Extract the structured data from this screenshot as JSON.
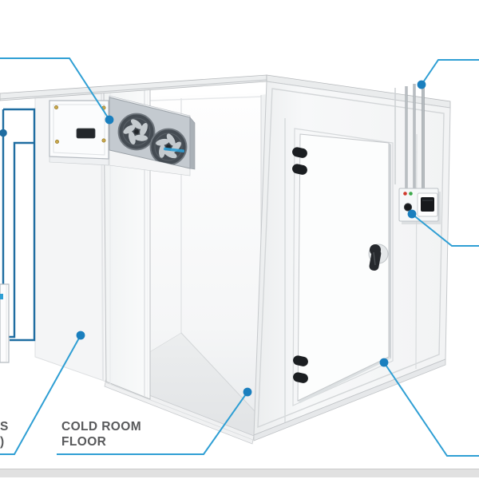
{
  "labels": {
    "floor_line1": "COLD ROOM",
    "floor_line2": "FLOOR",
    "walls_fragment_line1": "S",
    "walls_fragment_line2": ")"
  },
  "colors": {
    "leader_line": "#2F9FD4",
    "leader_dot": "#1A7FBE",
    "refrigerant_line": "#1F6DA1",
    "label_text": "#58595B",
    "led_red": "#CF3A2C",
    "led_green": "#3CA94A",
    "brand_mark": "#2F9FD4"
  },
  "icons": [
    "fan-icon",
    "door-handle-icon",
    "hinge-icon",
    "led-indicator-icon",
    "display-screen",
    "leader-dot"
  ],
  "callout_targets": [
    "evaporator-unit",
    "ceiling-pipes",
    "control-panel",
    "cold-room-door",
    "cold-room-floor",
    "cold-room-wall-panels"
  ]
}
